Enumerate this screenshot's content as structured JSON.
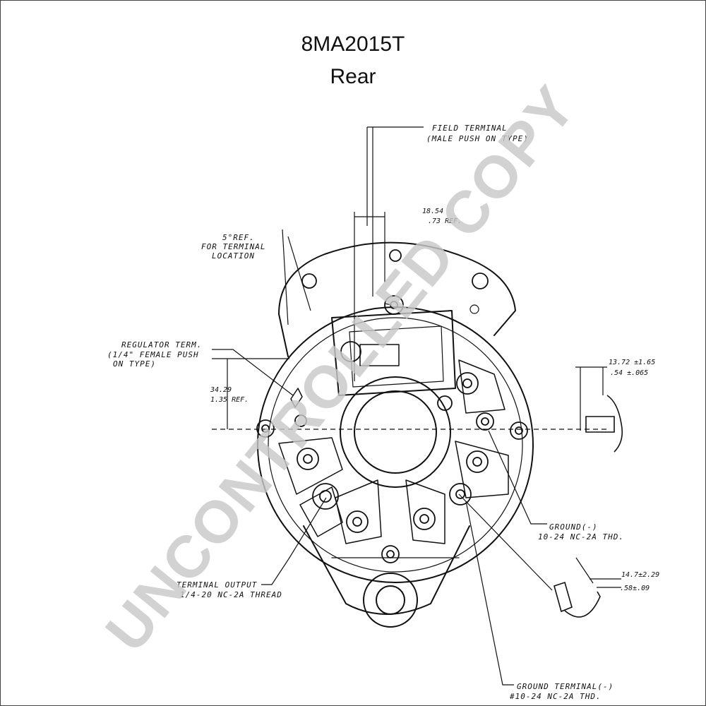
{
  "page": {
    "title": "8MA2015T",
    "subtitle": "Rear"
  },
  "labels": {
    "field_terminal_1": "FIELD TERMINAL",
    "field_terminal_2": "(MALE PUSH ON TYPE)",
    "five_ref_1": "5°REF.",
    "five_ref_2": "FOR TERMINAL",
    "five_ref_3": "LOCATION",
    "regulator_1": "REGULATOR TERM.",
    "regulator_2": "(1/4\" FEMALE PUSH",
    "regulator_3": "ON TYPE)",
    "ground_1": "GROUND(-)",
    "ground_2": "10-24 NC-2A THD.",
    "terminal_output_1": "TERMINAL OUTPUT",
    "terminal_output_2": "1/4-20 NC-2A THREAD",
    "ground_terminal_1": "GROUND TERMINAL(-)",
    "ground_terminal_2": "#10-24 NC-2A THD."
  },
  "dimensions": {
    "d1_top": "18.54",
    "d1_bottom": ".73 REF.",
    "d2_top": "34.29",
    "d2_bottom": "1.35 REF.",
    "d3_top": "13.72 ±1.65",
    "d3_bottom": ".54 ±.065",
    "d4_top": "14.7±2.29",
    "d4_bottom": ".58±.09"
  },
  "watermark": "UNCONTROLLED COPY"
}
